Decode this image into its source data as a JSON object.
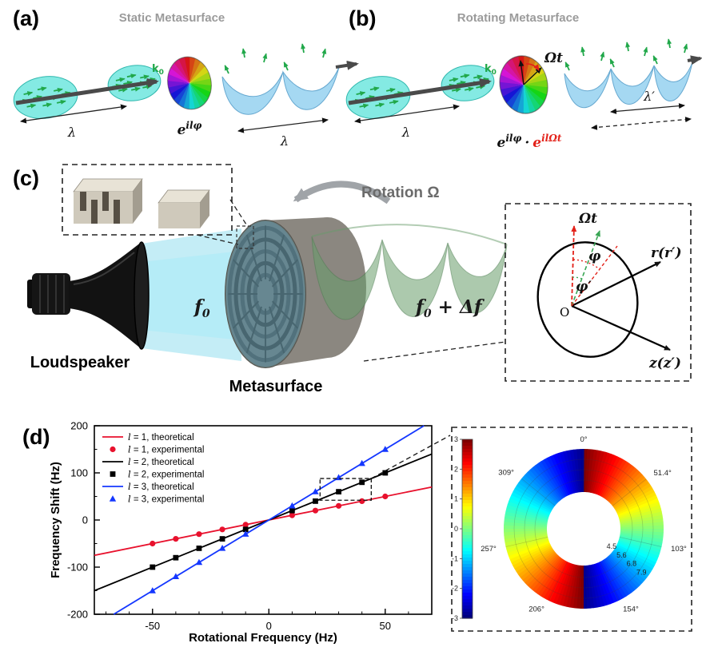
{
  "panel_a": {
    "tag": "(a)",
    "title": "Static Metasurface",
    "k0": {
      "base": "k",
      "sub": "0"
    },
    "lambda_in": "λ",
    "lambda_out": "λ",
    "phase_base": "e",
    "phase_exp": "ilφ"
  },
  "panel_b": {
    "tag": "(b)",
    "title": "Rotating Metasurface",
    "k0": {
      "base": "k",
      "sub": "0"
    },
    "omega_t": "Ωt",
    "lambda_in": "λ",
    "lambda_out": "λ′",
    "phase_base1": "e",
    "phase_exp1": "ilφ",
    "phase_dot": "·",
    "phase_base2": "e",
    "phase_exp2": "ilΩt"
  },
  "panel_c": {
    "tag": "(c)",
    "rotation_label": "Rotation Ω",
    "f0": {
      "base": "f",
      "sub": "0"
    },
    "fshift": {
      "base": "f",
      "sub": "0",
      "rest": " + Δf"
    },
    "loudspeaker_label": "Loudspeaker",
    "metasurface_label": "Metasurface",
    "inset": {
      "omega_t": "Ωt",
      "phi": "φ",
      "phi_prime": "φ′",
      "origin": "O",
      "r_axis": "r(r′)",
      "z_axis": "z(z′)"
    }
  },
  "panel_d": {
    "tag": "(d)"
  },
  "chart_data": [
    {
      "type": "line",
      "xlabel": "Rotational Frequency (Hz)",
      "ylabel": "Frequency Shift (Hz)",
      "xlim": [
        -75,
        70
      ],
      "ylim": [
        -200,
        200
      ],
      "xticks": [
        -50,
        0,
        50
      ],
      "yticks": [
        -200,
        -100,
        0,
        100,
        200
      ],
      "x_minor_step": 10,
      "y_minor_step": 50,
      "legend_position": "top-left",
      "grid": false,
      "series": [
        {
          "name": "l = 1, theoretical",
          "kind": "line",
          "color": "#e8112d",
          "slope": 1
        },
        {
          "name": "l = 1, experimental",
          "kind": "scatter",
          "marker": "circle",
          "color": "#e8112d",
          "x": [
            -50,
            -40,
            -30,
            -20,
            -10,
            10,
            20,
            30,
            40,
            50
          ],
          "y": [
            -50,
            -40,
            -30,
            -20,
            -10,
            10,
            20,
            30,
            40,
            50
          ]
        },
        {
          "name": "l = 2, theoretical",
          "kind": "line",
          "color": "#000000",
          "slope": 2
        },
        {
          "name": "l = 2, experimental",
          "kind": "scatter",
          "marker": "square",
          "color": "#000000",
          "x": [
            -50,
            -40,
            -30,
            -20,
            -10,
            10,
            20,
            30,
            40,
            50
          ],
          "y": [
            -100,
            -80,
            -60,
            -40,
            -20,
            20,
            40,
            60,
            80,
            100
          ]
        },
        {
          "name": "l = 3, theoretical",
          "kind": "line",
          "color": "#1437ff",
          "slope": 3
        },
        {
          "name": "l = 3, experimental",
          "kind": "scatter",
          "marker": "triangle",
          "color": "#1437ff",
          "x": [
            -50,
            -40,
            -30,
            -20,
            -10,
            10,
            20,
            30,
            40,
            50
          ],
          "y": [
            -150,
            -120,
            -90,
            -60,
            -30,
            30,
            60,
            90,
            120,
            150
          ]
        }
      ]
    },
    {
      "type": "heatmap",
      "subtype": "annular-phase-map",
      "angle_ticks_deg": [
        0,
        51.4,
        103,
        154,
        206,
        257,
        309
      ],
      "angle_labels": [
        "0°",
        "51.4°",
        "103°",
        "154°",
        "206°",
        "257°",
        "309°"
      ],
      "radial_labels": [
        "4.5",
        "5.6",
        "6.8",
        "7.9"
      ],
      "phase_cycles": 2,
      "colorbar": {
        "min": -3,
        "max": 3,
        "ticks": [
          3,
          2,
          1,
          0,
          -1,
          -2,
          -3
        ],
        "colormap": "jet"
      }
    }
  ]
}
